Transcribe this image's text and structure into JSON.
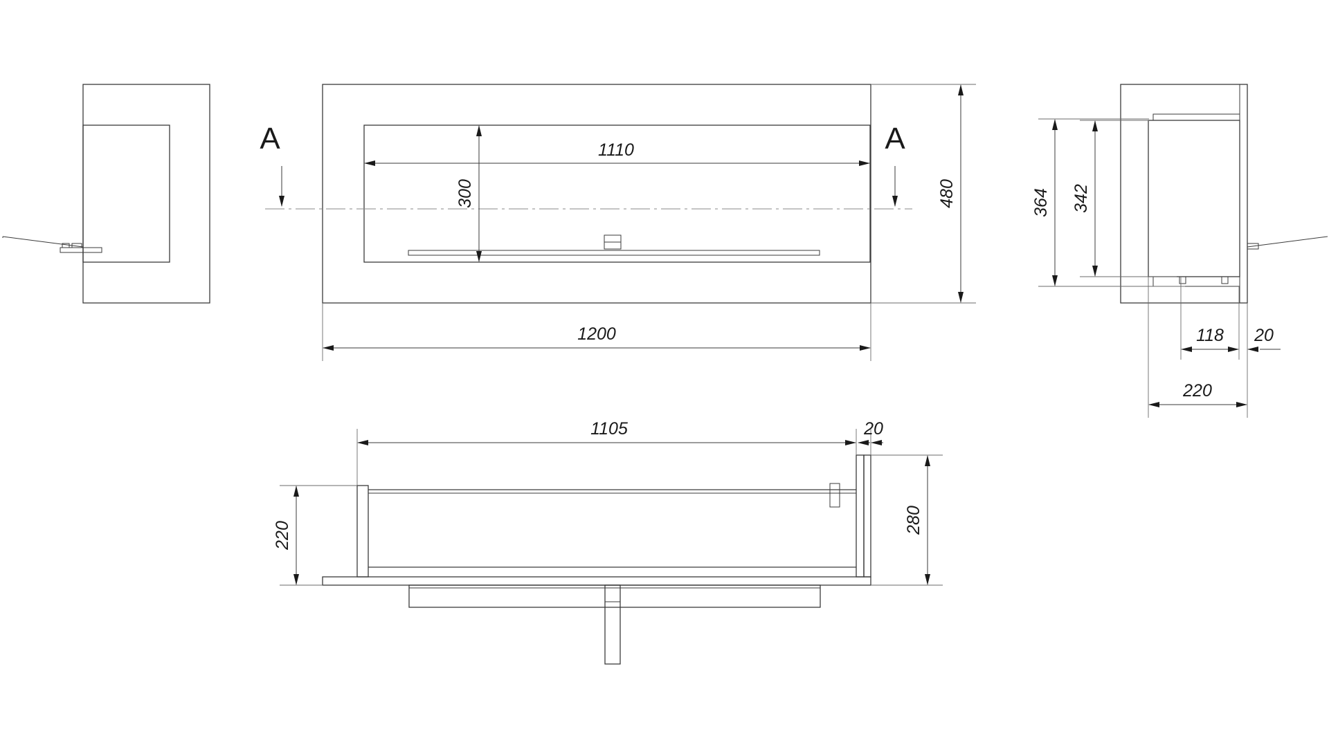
{
  "section_label": "A",
  "dimensions": {
    "front_inner_width": "1110",
    "front_inner_height": "300",
    "front_total_height": "480",
    "front_total_width": "1200",
    "side_outer_height": "364",
    "side_inner_height": "342",
    "side_burner_depth": "118",
    "side_wall": "20",
    "side_total_depth": "220",
    "top_inner_width": "1105",
    "top_wall": "20",
    "top_inner_depth": "220",
    "top_total_depth": "280"
  }
}
